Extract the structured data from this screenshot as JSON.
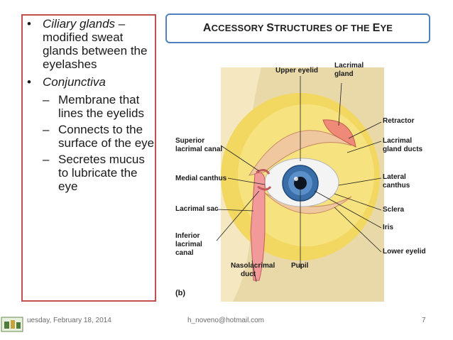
{
  "slide": {
    "title_parts": [
      {
        "big": "A",
        "small": "CCESSORY "
      },
      {
        "big": "S",
        "small": "TRUCTURES OF THE "
      },
      {
        "big": "E",
        "small": "YE"
      }
    ]
  },
  "bullets": {
    "ciliary": {
      "term": "Ciliary glands",
      "text": " – modified sweat glands between the eyelashes"
    },
    "conjunctiva": {
      "term": "Conjunctiva"
    },
    "sub": [
      "Membrane that lines the eyelids",
      "Connects to the surface of the eye",
      "Secretes mucus to lubricate the eye"
    ]
  },
  "figure": {
    "panel_label": "(b)",
    "labels": {
      "upper_eyelid": "Upper eyelid",
      "lacrimal_gland_1": "Lacrimal",
      "lacrimal_gland_2": "gland",
      "retractor": "Retractor",
      "lacrimal_gland_ducts_1": "Lacrimal",
      "lacrimal_gland_ducts_2": "gland ducts",
      "lateral_canthus_1": "Lateral",
      "lateral_canthus_2": "canthus",
      "sclera": "Sclera",
      "iris": "Iris",
      "lower_eyelid": "Lower eyelid",
      "superior_canal_1": "Superior",
      "superior_canal_2": "lacrimal canal",
      "medial_canthus": "Medial canthus",
      "lacrimal_sac": "Lacrimal sac",
      "inferior_canal_1": "Inferior",
      "inferior_canal_2": "lacrimal",
      "inferior_canal_3": "canal",
      "nasolacrimal_1": "Nasolacrimal",
      "nasolacrimal_2": "duct",
      "pupil": "Pupil"
    }
  },
  "footer": {
    "date": "uesday, February 18, 2014",
    "email": "h_noveno@hotmail.com",
    "page": "7"
  },
  "colors": {
    "left_border": "#c0504d",
    "title_border": "#4f81bd",
    "fat": "#f2d760",
    "skin": "#f0c8a0",
    "iris": "#3a6ea8"
  }
}
